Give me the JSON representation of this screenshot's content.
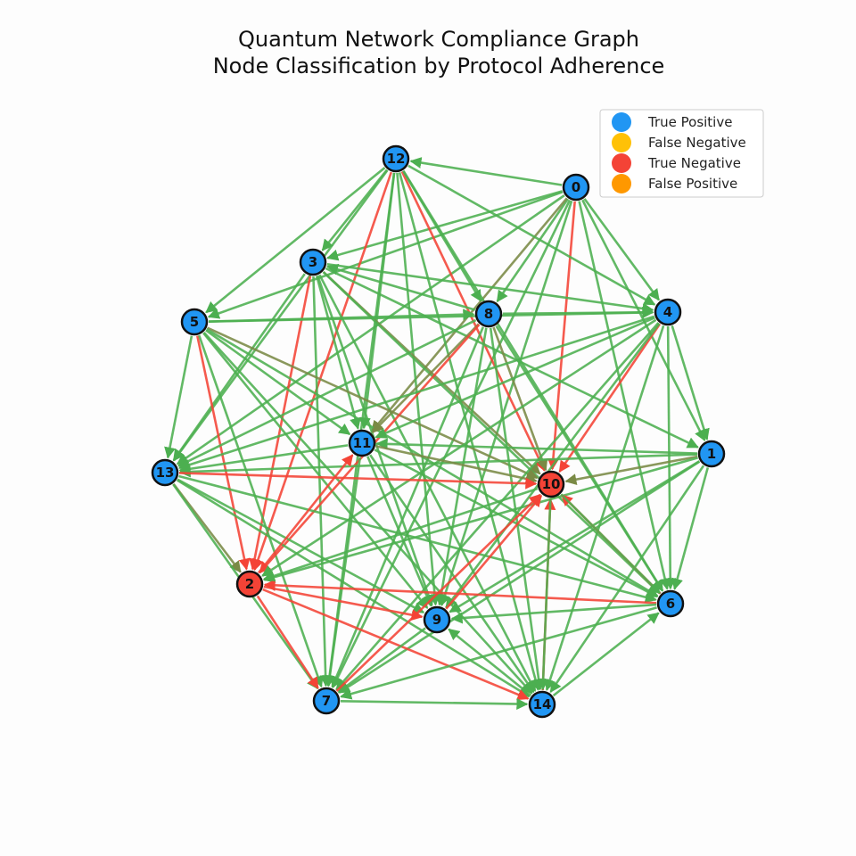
{
  "title": {
    "line1": "Quantum Network Compliance Graph",
    "line2": "Node Classification by Protocol Adherence"
  },
  "colors": {
    "true_positive": "#2196F3",
    "false_negative": "#FFC107",
    "true_negative": "#F44336",
    "false_positive": "#FF9800",
    "edge_compliant": "#4CAF50",
    "edge_violation": "#F44336",
    "edge_mixed": "#7A8A45",
    "node_border": "#111111"
  },
  "legend": [
    {
      "label": "True Positive",
      "color_key": "true_positive"
    },
    {
      "label": "False Negative",
      "color_key": "false_negative"
    },
    {
      "label": "True Negative",
      "color_key": "true_negative"
    },
    {
      "label": "False Positive",
      "color_key": "false_positive"
    }
  ],
  "chart_data": {
    "type": "network",
    "nodes": [
      {
        "id": "0",
        "class": "true_positive"
      },
      {
        "id": "1",
        "class": "true_positive"
      },
      {
        "id": "2",
        "class": "true_negative"
      },
      {
        "id": "3",
        "class": "true_positive"
      },
      {
        "id": "4",
        "class": "true_positive"
      },
      {
        "id": "5",
        "class": "true_positive"
      },
      {
        "id": "6",
        "class": "true_positive"
      },
      {
        "id": "7",
        "class": "true_positive"
      },
      {
        "id": "8",
        "class": "true_positive"
      },
      {
        "id": "9",
        "class": "true_positive"
      },
      {
        "id": "10",
        "class": "true_negative"
      },
      {
        "id": "11",
        "class": "true_positive"
      },
      {
        "id": "12",
        "class": "true_positive"
      },
      {
        "id": "13",
        "class": "true_positive"
      },
      {
        "id": "14",
        "class": "true_positive"
      }
    ],
    "edges": [
      {
        "from": "0",
        "to": "12",
        "type": "compliant"
      },
      {
        "from": "0",
        "to": "3",
        "type": "compliant"
      },
      {
        "from": "0",
        "to": "5",
        "type": "compliant"
      },
      {
        "from": "0",
        "to": "8",
        "type": "compliant"
      },
      {
        "from": "0",
        "to": "4",
        "type": "compliant"
      },
      {
        "from": "0",
        "to": "1",
        "type": "compliant"
      },
      {
        "from": "0",
        "to": "11",
        "type": "mixed"
      },
      {
        "from": "0",
        "to": "13",
        "type": "compliant"
      },
      {
        "from": "0",
        "to": "9",
        "type": "compliant"
      },
      {
        "from": "0",
        "to": "7",
        "type": "compliant"
      },
      {
        "from": "0",
        "to": "10",
        "type": "violation"
      },
      {
        "from": "0",
        "to": "6",
        "type": "compliant"
      },
      {
        "from": "12",
        "to": "3",
        "type": "compliant"
      },
      {
        "from": "12",
        "to": "5",
        "type": "compliant"
      },
      {
        "from": "12",
        "to": "13",
        "type": "compliant"
      },
      {
        "from": "12",
        "to": "2",
        "type": "violation"
      },
      {
        "from": "12",
        "to": "11",
        "type": "compliant"
      },
      {
        "from": "12",
        "to": "7",
        "type": "compliant"
      },
      {
        "from": "12",
        "to": "9",
        "type": "compliant"
      },
      {
        "from": "12",
        "to": "10",
        "type": "violation"
      },
      {
        "from": "12",
        "to": "14",
        "type": "compliant"
      },
      {
        "from": "12",
        "to": "6",
        "type": "compliant"
      },
      {
        "from": "12",
        "to": "4",
        "type": "compliant"
      },
      {
        "from": "12",
        "to": "8",
        "type": "compliant"
      },
      {
        "from": "3",
        "to": "4",
        "type": "compliant"
      },
      {
        "from": "3",
        "to": "2",
        "type": "violation"
      },
      {
        "from": "3",
        "to": "7",
        "type": "compliant"
      },
      {
        "from": "3",
        "to": "14",
        "type": "compliant"
      },
      {
        "from": "3",
        "to": "10",
        "type": "mixed"
      },
      {
        "from": "3",
        "to": "1",
        "type": "compliant"
      },
      {
        "from": "3",
        "to": "6",
        "type": "compliant"
      },
      {
        "from": "3",
        "to": "9",
        "type": "compliant"
      },
      {
        "from": "3",
        "to": "11",
        "type": "compliant"
      },
      {
        "from": "3",
        "to": "13",
        "type": "compliant"
      },
      {
        "from": "5",
        "to": "4",
        "type": "compliant"
      },
      {
        "from": "5",
        "to": "8",
        "type": "compliant"
      },
      {
        "from": "5",
        "to": "13",
        "type": "compliant"
      },
      {
        "from": "5",
        "to": "2",
        "type": "violation"
      },
      {
        "from": "5",
        "to": "10",
        "type": "mixed"
      },
      {
        "from": "5",
        "to": "9",
        "type": "compliant"
      },
      {
        "from": "5",
        "to": "7",
        "type": "compliant"
      },
      {
        "from": "5",
        "to": "11",
        "type": "compliant"
      },
      {
        "from": "5",
        "to": "6",
        "type": "compliant"
      },
      {
        "from": "5",
        "to": "14",
        "type": "compliant"
      },
      {
        "from": "8",
        "to": "4",
        "type": "compliant"
      },
      {
        "from": "8",
        "to": "11",
        "type": "mixed"
      },
      {
        "from": "8",
        "to": "13",
        "type": "compliant"
      },
      {
        "from": "8",
        "to": "2",
        "type": "violation"
      },
      {
        "from": "8",
        "to": "10",
        "type": "mixed"
      },
      {
        "from": "8",
        "to": "9",
        "type": "compliant"
      },
      {
        "from": "8",
        "to": "7",
        "type": "compliant"
      },
      {
        "from": "8",
        "to": "6",
        "type": "compliant"
      },
      {
        "from": "8",
        "to": "14",
        "type": "compliant"
      },
      {
        "from": "8",
        "to": "3",
        "type": "compliant"
      },
      {
        "from": "4",
        "to": "1",
        "type": "compliant"
      },
      {
        "from": "4",
        "to": "10",
        "type": "violation"
      },
      {
        "from": "4",
        "to": "11",
        "type": "compliant"
      },
      {
        "from": "4",
        "to": "13",
        "type": "compliant"
      },
      {
        "from": "4",
        "to": "7",
        "type": "compliant"
      },
      {
        "from": "4",
        "to": "9",
        "type": "compliant"
      },
      {
        "from": "4",
        "to": "14",
        "type": "compliant"
      },
      {
        "from": "4",
        "to": "6",
        "type": "compliant"
      },
      {
        "from": "4",
        "to": "2",
        "type": "compliant"
      },
      {
        "from": "1",
        "to": "11",
        "type": "compliant"
      },
      {
        "from": "1",
        "to": "10",
        "type": "mixed"
      },
      {
        "from": "1",
        "to": "13",
        "type": "compliant"
      },
      {
        "from": "1",
        "to": "2",
        "type": "compliant"
      },
      {
        "from": "1",
        "to": "9",
        "type": "compliant"
      },
      {
        "from": "1",
        "to": "7",
        "type": "compliant"
      },
      {
        "from": "1",
        "to": "14",
        "type": "compliant"
      },
      {
        "from": "1",
        "to": "6",
        "type": "compliant"
      },
      {
        "from": "11",
        "to": "10",
        "type": "mixed"
      },
      {
        "from": "11",
        "to": "7",
        "type": "compliant"
      },
      {
        "from": "11",
        "to": "9",
        "type": "compliant"
      },
      {
        "from": "11",
        "to": "14",
        "type": "compliant"
      },
      {
        "from": "11",
        "to": "6",
        "type": "compliant"
      },
      {
        "from": "11",
        "to": "13",
        "type": "compliant"
      },
      {
        "from": "13",
        "to": "10",
        "type": "violation"
      },
      {
        "from": "13",
        "to": "2",
        "type": "mixed"
      },
      {
        "from": "13",
        "to": "7",
        "type": "compliant"
      },
      {
        "from": "13",
        "to": "9",
        "type": "compliant"
      },
      {
        "from": "13",
        "to": "6",
        "type": "compliant"
      },
      {
        "from": "13",
        "to": "14",
        "type": "compliant"
      },
      {
        "from": "2",
        "to": "11",
        "type": "violation"
      },
      {
        "from": "2",
        "to": "9",
        "type": "violation"
      },
      {
        "from": "2",
        "to": "14",
        "type": "violation"
      },
      {
        "from": "2",
        "to": "7",
        "type": "violation"
      },
      {
        "from": "6",
        "to": "2",
        "type": "violation"
      },
      {
        "from": "6",
        "to": "10",
        "type": "violation"
      },
      {
        "from": "6",
        "to": "9",
        "type": "compliant"
      },
      {
        "from": "6",
        "to": "7",
        "type": "compliant"
      },
      {
        "from": "9",
        "to": "10",
        "type": "violation"
      },
      {
        "from": "9",
        "to": "7",
        "type": "compliant"
      },
      {
        "from": "7",
        "to": "10",
        "type": "violation"
      },
      {
        "from": "7",
        "to": "14",
        "type": "compliant"
      },
      {
        "from": "14",
        "to": "10",
        "type": "violation"
      },
      {
        "from": "14",
        "to": "9",
        "type": "compliant"
      },
      {
        "from": "14",
        "to": "6",
        "type": "compliant"
      },
      {
        "from": "10",
        "to": "6",
        "type": "compliant"
      },
      {
        "from": "10",
        "to": "14",
        "type": "compliant"
      },
      {
        "from": "10",
        "to": "2",
        "type": "compliant"
      }
    ]
  }
}
